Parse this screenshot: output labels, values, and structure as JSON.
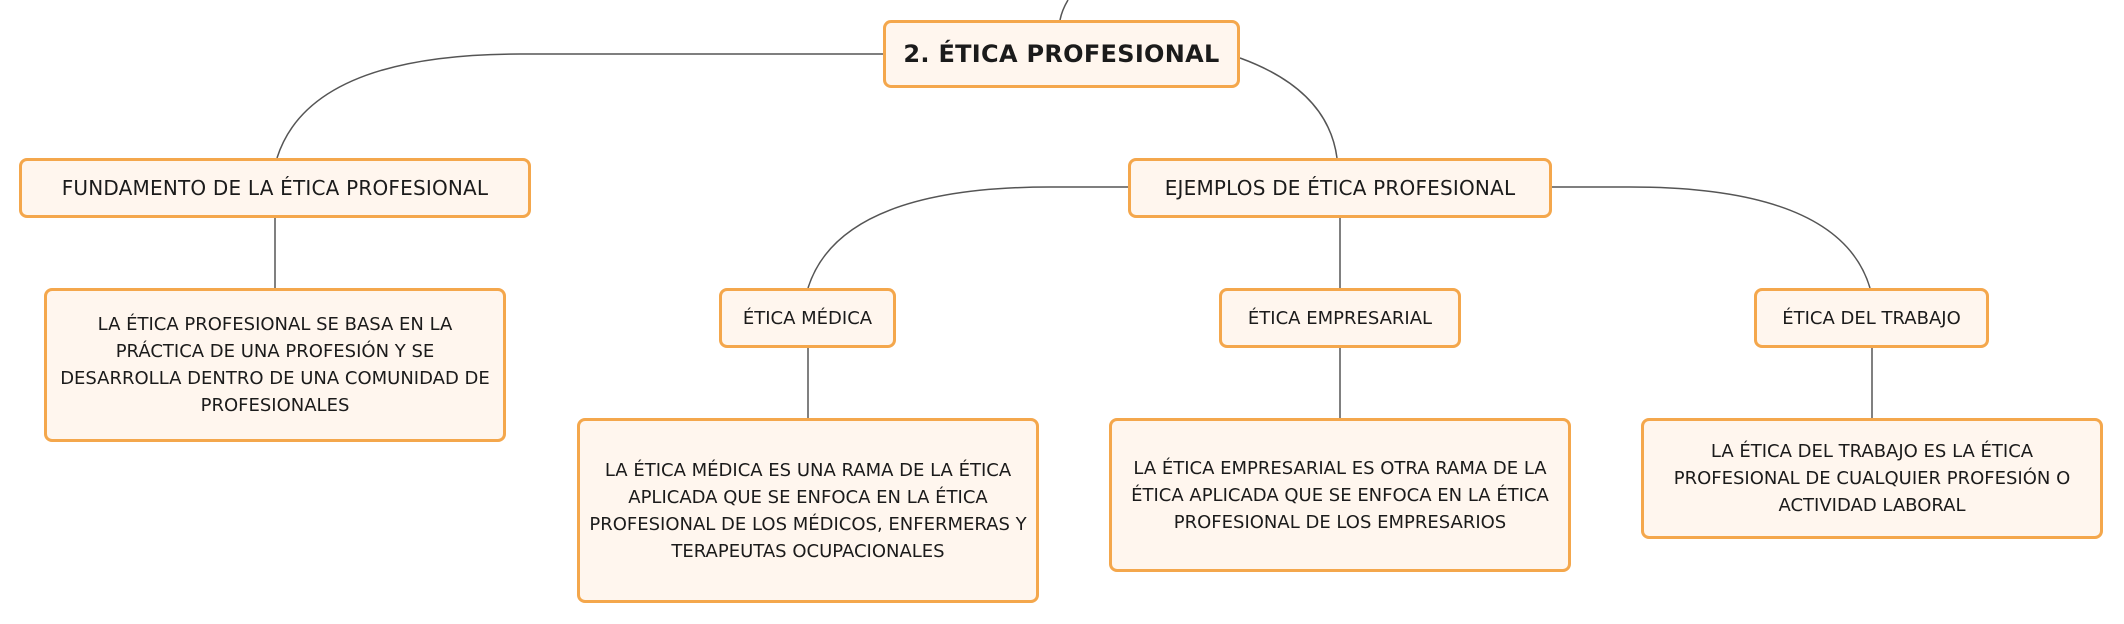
{
  "root": {
    "label": "2. ÉTICA PROFESIONAL"
  },
  "fundamento": {
    "label": "FUNDAMENTO DE LA ÉTICA PROFESIONAL",
    "description": "LA ÉTICA PROFESIONAL SE BASA EN LA PRÁCTICA DE UNA PROFESIÓN Y SE DESARROLLA DENTRO DE UNA COMUNIDAD DE PROFESIONALES"
  },
  "ejemplos": {
    "label": "EJEMPLOS DE ÉTICA PROFESIONAL",
    "items": [
      {
        "label": "ÉTICA MÉDICA",
        "description": "LA ÉTICA MÉDICA ES UNA RAMA DE LA ÉTICA APLICADA QUE SE ENFOCA EN LA ÉTICA PROFESIONAL DE LOS MÉDICOS, ENFERMERAS Y TERAPEUTAS OCUPACIONALES"
      },
      {
        "label": "ÉTICA EMPRESARIAL",
        "description": "LA ÉTICA EMPRESARIAL ES OTRA RAMA DE LA ÉTICA APLICADA QUE SE ENFOCA EN LA ÉTICA PROFESIONAL DE LOS EMPRESARIOS"
      },
      {
        "label": "ÉTICA DEL TRABAJO",
        "description": "LA ÉTICA DEL TRABAJO ES LA ÉTICA PROFESIONAL DE CUALQUIER PROFESIÓN O ACTIVIDAD LABORAL"
      }
    ]
  },
  "colors": {
    "node_border": "#f4a74c",
    "node_fill": "#fff6ee",
    "connector": "#555555"
  }
}
